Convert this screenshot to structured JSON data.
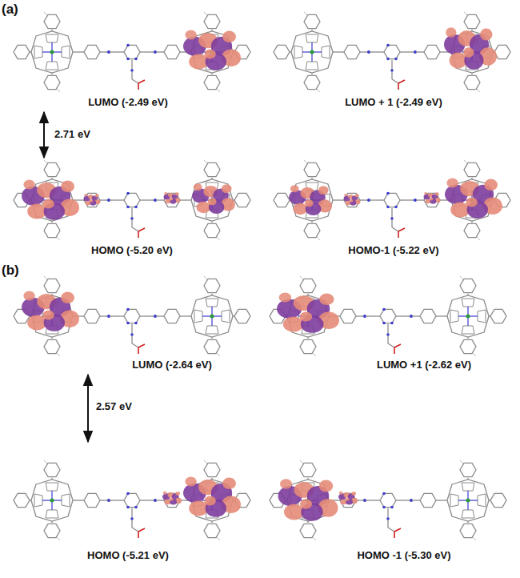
{
  "diagram": {
    "labels": [
      "(a)",
      "LUMO (-2.49 eV)",
      "LUMO + 1 (-2.49 eV)",
      "2.71 eV",
      "HOMO (-5.20 eV)",
      "HOMO-1 (-5.22 eV)",
      "(b)",
      "LUMO (-2.64 eV)",
      "LUMO +1 (-2.62 eV)",
      "2.57 eV",
      "HOMO (-5.21 eV)",
      "HOMO -1 (-5.30 eV)"
    ]
  }
}
